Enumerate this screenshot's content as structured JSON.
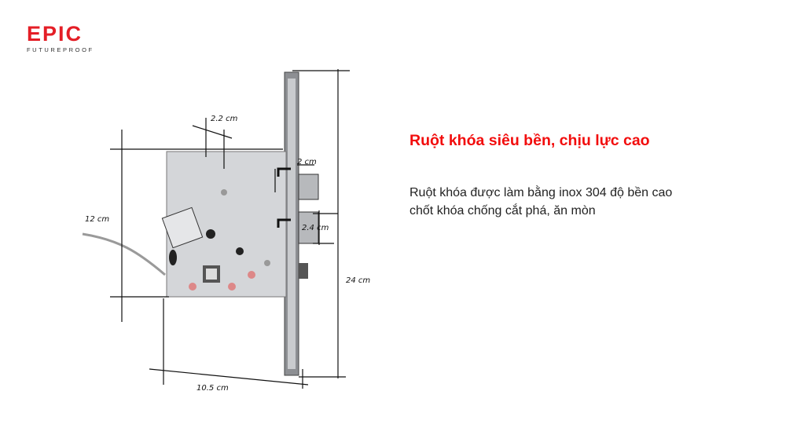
{
  "brand": {
    "name": "EPIC",
    "tagline": "FUTUREPROOF",
    "color": "#e41e26"
  },
  "heading": "Ruột khóa siêu bền, chịu lực cao",
  "description": [
    "Ruột khóa được làm bằng inox 304 độ bền cao",
    "chốt khóa chống cắt phá, ăn mòn"
  ],
  "dimensions": {
    "backset_width": "2.2 cm",
    "body_height": "12 cm",
    "latch_depth": "2 cm",
    "bolt_height": "2.4 cm",
    "faceplate_height": "24 cm",
    "body_width": "10.5 cm"
  }
}
